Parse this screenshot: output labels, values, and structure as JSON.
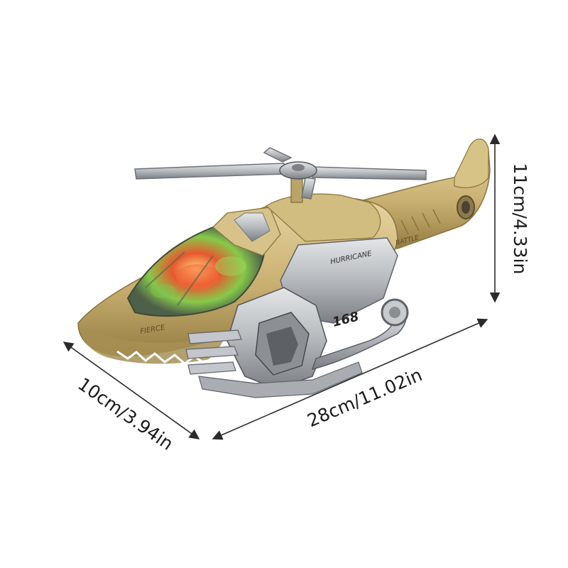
{
  "dimensions": {
    "height_label": "11cm/4.33in",
    "length_label": "28cm/11.02in",
    "width_label": "10cm/3.94in"
  },
  "decals": {
    "nose": "FIERCE",
    "side_top": "HURRICANE",
    "tail": "BATTLE",
    "number": "168"
  },
  "colors": {
    "body": "#c9b071",
    "body_dark": "#9a8247",
    "body_light": "#e3d09a",
    "silver": "#b9bcc0",
    "silver_dark": "#6f7378",
    "canopy": "#4e5f4a",
    "glow_red": "#e8572e",
    "glow_green": "#86c94a",
    "line": "#2b2b2b"
  }
}
